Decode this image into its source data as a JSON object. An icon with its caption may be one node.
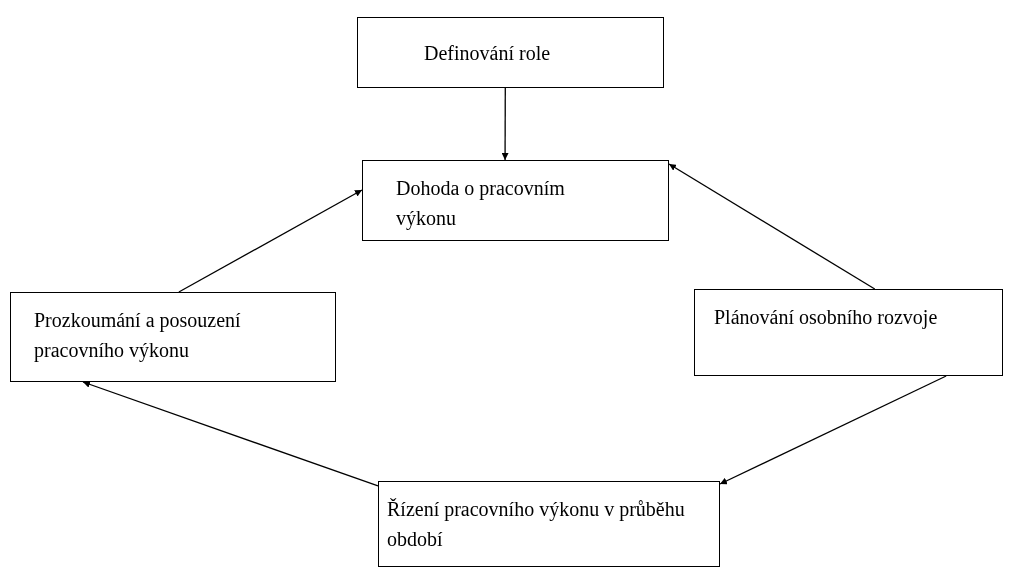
{
  "diagram": {
    "nodes": [
      {
        "text": [
          "Definování role"
        ]
      },
      {
        "text": [
          "Dohoda o pracovním výkonu"
        ]
      },
      {
        "text": [
          "Prozkoumání a posouzení pracovního výkonu"
        ]
      },
      {
        "text": [
          "Plánování osobního rozvoje"
        ]
      },
      {
        "text": [
          "Řízení pracovního výkonu v průběhu období"
        ]
      }
    ],
    "edges": [
      {
        "from": 0,
        "to": 1,
        "arrow": "to"
      },
      {
        "from": 3,
        "to": 1,
        "arrow": "to"
      },
      {
        "from": 3,
        "to": 4,
        "arrow": "to"
      },
      {
        "from": 4,
        "to": 2,
        "arrow": "to"
      },
      {
        "from": 2,
        "to": 1,
        "arrow": "to"
      }
    ]
  }
}
